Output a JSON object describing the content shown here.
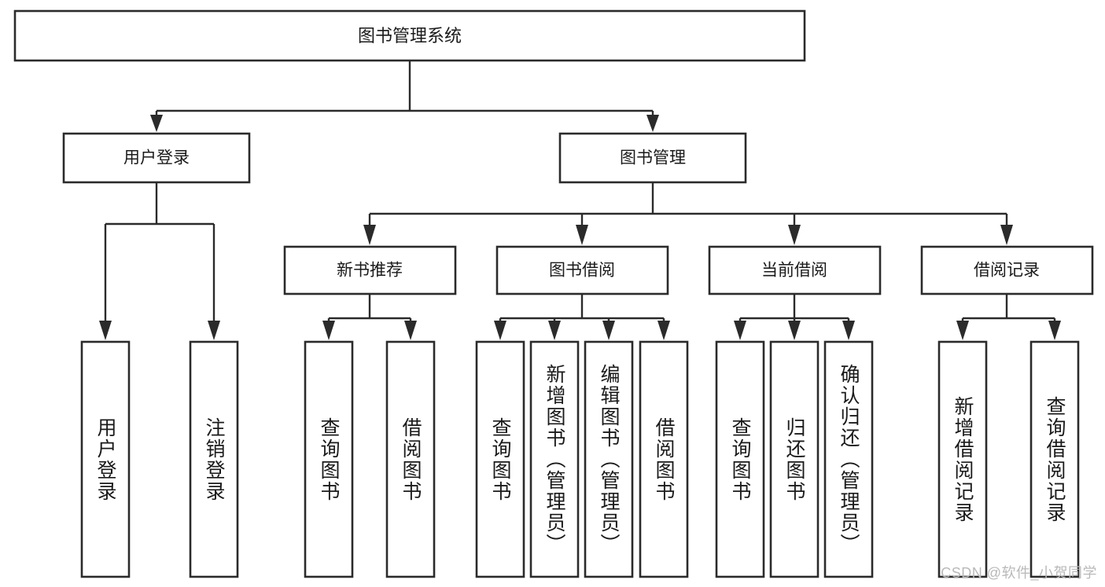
{
  "diagram": {
    "type": "hierarchy-tree",
    "title_node": {
      "label": "图书管理系统"
    },
    "level2": [
      {
        "label": "用户登录"
      },
      {
        "label": "图书管理"
      }
    ],
    "level3": [
      {
        "label": "新书推荐"
      },
      {
        "label": "图书借阅"
      },
      {
        "label": "当前借阅"
      },
      {
        "label": "借阅记录"
      }
    ],
    "leaves": {
      "user_login": [
        {
          "label": "用户登录"
        },
        {
          "label": "注销登录"
        }
      ],
      "new_book_recommend": [
        {
          "label": "查询图书"
        },
        {
          "label": "借阅图书"
        }
      ],
      "book_borrow": [
        {
          "label": "查询图书"
        },
        {
          "label": "新增图书（管理员）"
        },
        {
          "label": "编辑图书（管理员）"
        },
        {
          "label": "借阅图书"
        }
      ],
      "current_borrow": [
        {
          "label": "查询图书"
        },
        {
          "label": "归还图书"
        },
        {
          "label": "确认归还（管理员）"
        }
      ],
      "borrow_record": [
        {
          "label": "新增借阅记录"
        },
        {
          "label": "查询借阅记录"
        }
      ]
    }
  },
  "watermark": {
    "text": "CSDN @软件_小贺同学"
  },
  "colors": {
    "box_stroke": "#2b2b2b",
    "box_fill": "#ffffff",
    "text": "#1a1a1a",
    "watermark": "#b9b9b9",
    "background": "#ffffff"
  }
}
